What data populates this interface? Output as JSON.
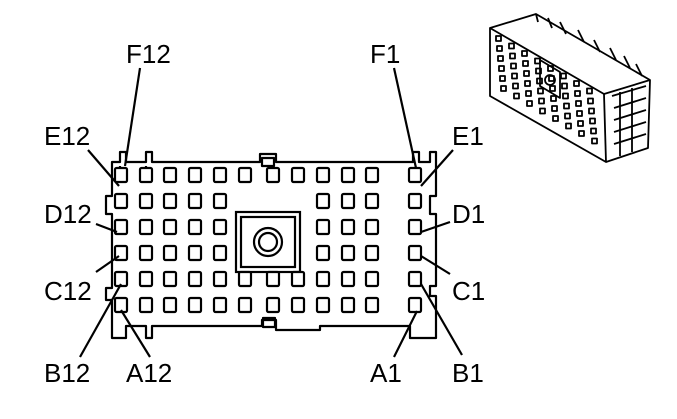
{
  "connector": {
    "rows": [
      "F",
      "E",
      "D",
      "C",
      "B",
      "A"
    ],
    "columns": 12,
    "pin_labels": {
      "F12": "F12",
      "F1": "F1",
      "E12": "E12",
      "E1": "E1",
      "D12": "D12",
      "D1": "D1",
      "C12": "C12",
      "C1": "C1",
      "B12": "B12",
      "B1": "B1",
      "A12": "A12",
      "A1": "A1"
    }
  }
}
